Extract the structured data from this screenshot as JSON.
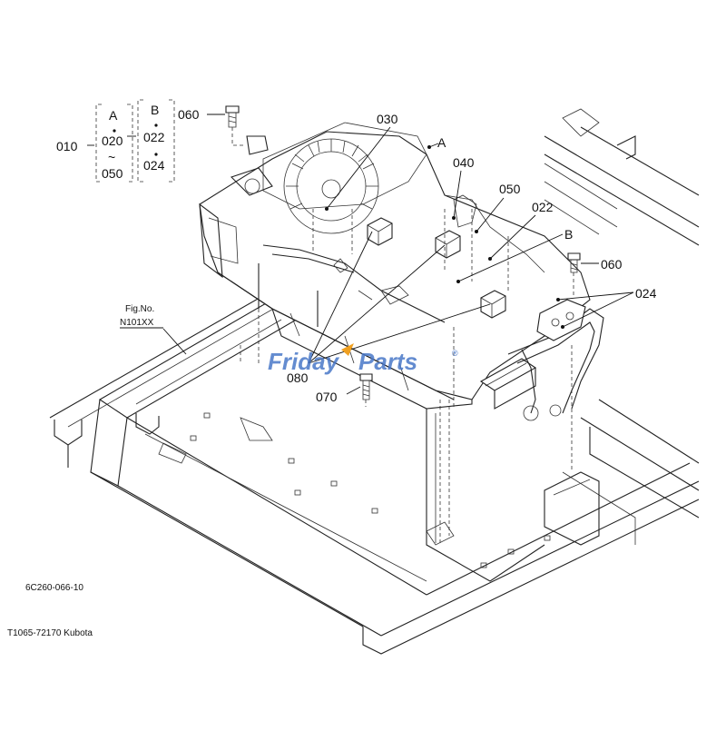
{
  "callouts": {
    "p010": "010",
    "p020": "020",
    "p050a": "050",
    "tilde": "~",
    "groupA": "A",
    "groupB": "B",
    "p022a": "022",
    "p024a": "024",
    "p060a": "060",
    "p030": "030",
    "p040": "040",
    "p050": "050",
    "p022": "022",
    "labelA": "A",
    "labelB": "B",
    "p060b": "060",
    "p024b": "024",
    "p080": "080",
    "p070": "070"
  },
  "figref": {
    "line1": "Fig.No.",
    "line2": "N101XX"
  },
  "watermark": {
    "part1": "Friday",
    "part2": "Parts",
    "registered": "®"
  },
  "footer": {
    "diagram_code": "6C260-066-10",
    "model": "T1065-72170 Kubota"
  },
  "colors": {
    "watermark_blue": "#4a78c8",
    "watermark_orange": "#f0a020",
    "line": "#222222"
  }
}
